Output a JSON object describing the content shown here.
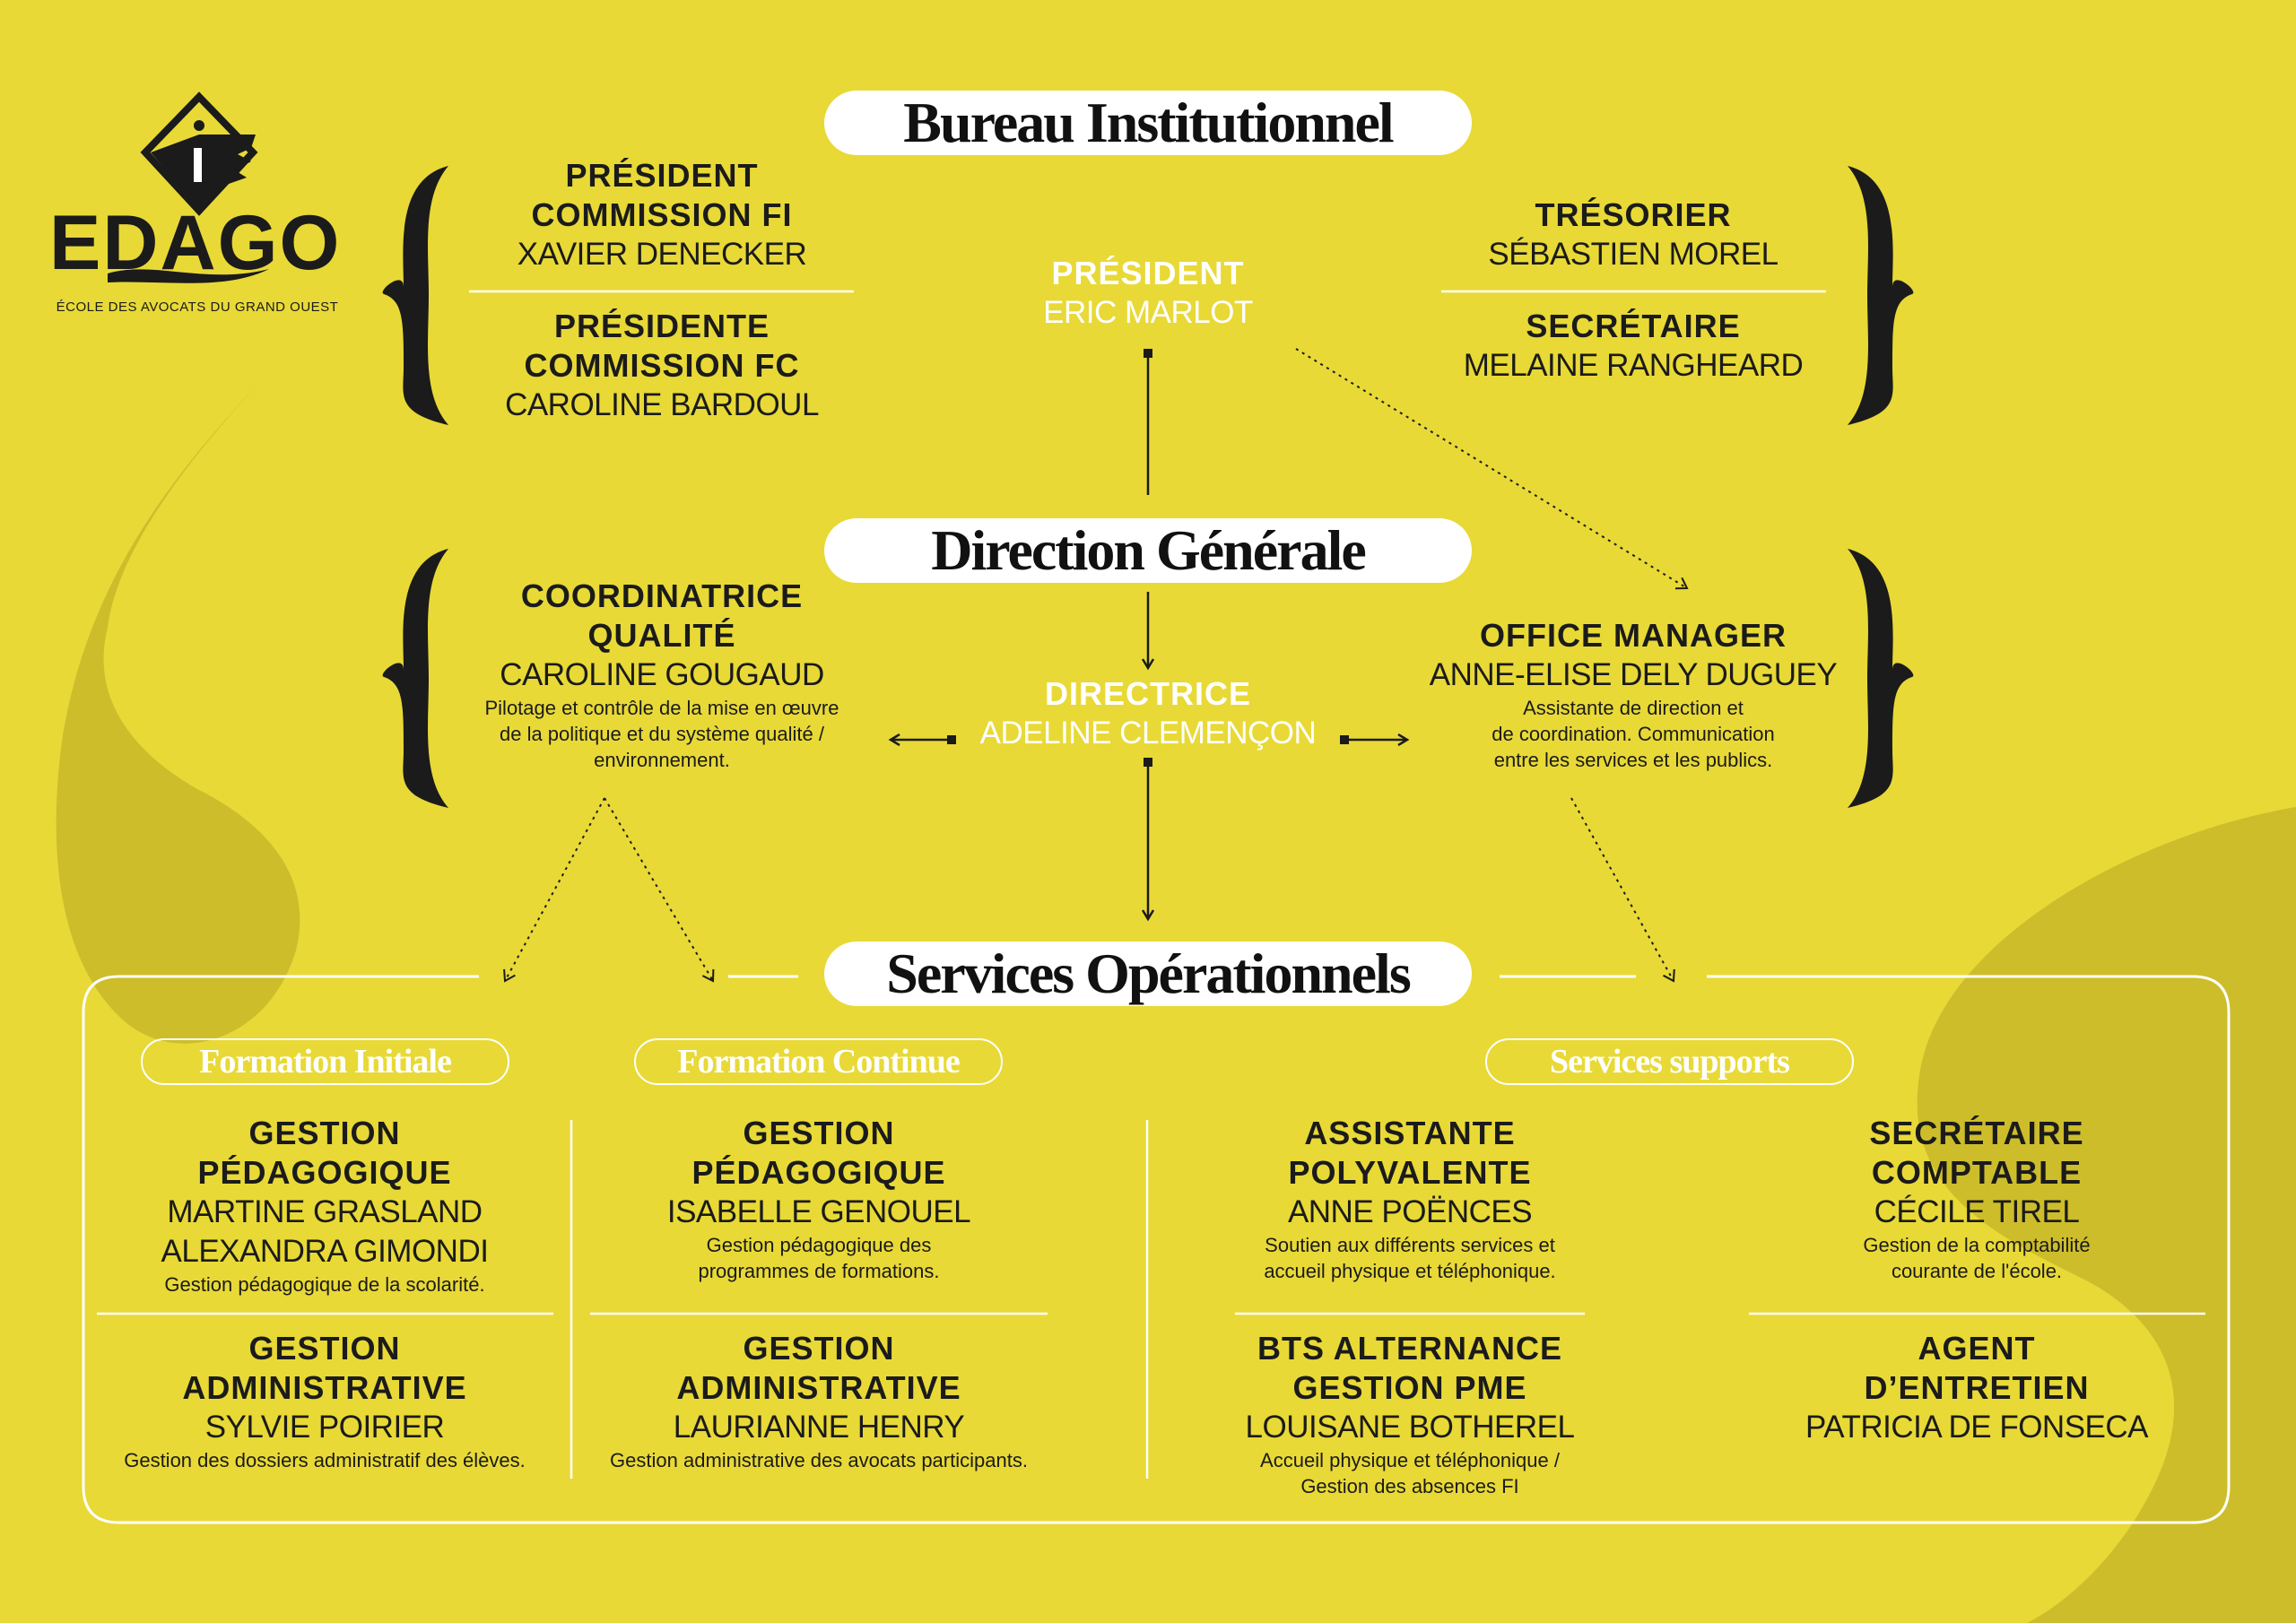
{
  "logo": {
    "name": "EDAGO",
    "tagline": "ÉCOLE DES AVOCATS DU GRAND OUEST"
  },
  "sections": {
    "bureau": "Bureau Institutionnel",
    "direction": "Direction Générale",
    "services": "Services Opérationnels"
  },
  "bureau": {
    "left": [
      {
        "title": [
          "PRÉSIDENT",
          "COMMISSION FI"
        ],
        "name": "XAVIER DENECKER"
      },
      {
        "title": [
          "PRÉSIDENTE",
          "COMMISSION FC"
        ],
        "name": "CAROLINE BARDOUL"
      }
    ],
    "center": {
      "title": "PRÉSIDENT",
      "name": "ERIC MARLOT"
    },
    "right": [
      {
        "title": "TRÉSORIER",
        "name": "SÉBASTIEN MOREL"
      },
      {
        "title": "SECRÉTAIRE",
        "name": "MELAINE RANGHEARD"
      }
    ]
  },
  "direction": {
    "left": {
      "title": [
        "COORDINATRICE",
        "QUALITÉ"
      ],
      "name": "CAROLINE GOUGAUD",
      "desc": [
        "Pilotage et contrôle de la mise en œuvre",
        "de la politique et du système qualité /",
        "environnement."
      ]
    },
    "center": {
      "title": "DIRECTRICE",
      "name": "ADELINE CLEMENÇON"
    },
    "right": {
      "title": "OFFICE MANAGER",
      "name": "ANNE-ELISE DELY DUGUEY",
      "desc": [
        "Assistante de direction et",
        "de coordination. Communication",
        "entre les services et les publics."
      ]
    }
  },
  "services": {
    "groups": [
      "Formation Initiale",
      "Formation Continue",
      "Services supports"
    ],
    "fi": [
      {
        "title": [
          "GESTION",
          "PÉDAGOGIQUE"
        ],
        "names": [
          "MARTINE GRASLAND",
          "ALEXANDRA GIMONDI"
        ],
        "desc": [
          "Gestion pédagogique de la scolarité."
        ]
      },
      {
        "title": [
          "GESTION",
          "ADMINISTRATIVE"
        ],
        "names": [
          "SYLVIE POIRIER"
        ],
        "desc": [
          "Gestion des dossiers administratif des élèves."
        ]
      }
    ],
    "fc": [
      {
        "title": [
          "GESTION",
          "PÉDAGOGIQUE"
        ],
        "names": [
          "ISABELLE GENOUEL"
        ],
        "desc": [
          "Gestion pédagogique des",
          "programmes de formations."
        ]
      },
      {
        "title": [
          "GESTION",
          "ADMINISTRATIVE"
        ],
        "names": [
          "LAURIANNE HENRY"
        ],
        "desc": [
          "Gestion administrative des avocats participants."
        ]
      }
    ],
    "support": [
      {
        "title": [
          "ASSISTANTE",
          "POLYVALENTE"
        ],
        "names": [
          "ANNE POËNCES"
        ],
        "desc": [
          "Soutien aux différents services et",
          "accueil physique et téléphonique."
        ]
      },
      {
        "title": [
          "SECRÉTAIRE",
          "COMPTABLE"
        ],
        "names": [
          "CÉCILE TIREL"
        ],
        "desc": [
          "Gestion de la comptabilité",
          "courante de l'école."
        ]
      },
      {
        "title": [
          "BTS ALTERNANCE",
          "GESTION PME"
        ],
        "names": [
          "LOUISANE BOTHEREL"
        ],
        "desc": [
          "Accueil physique et téléphonique /",
          "Gestion des absences FI"
        ]
      },
      {
        "title": [
          "AGENT",
          "D’ENTRETIEN"
        ],
        "names": [
          "PATRICIA DE FONSECA"
        ]
      }
    ]
  },
  "colors": {
    "background": "#E8D937",
    "shape": "#CDBD2B",
    "ink": "#1b1b1b",
    "white": "#ffffff"
  }
}
